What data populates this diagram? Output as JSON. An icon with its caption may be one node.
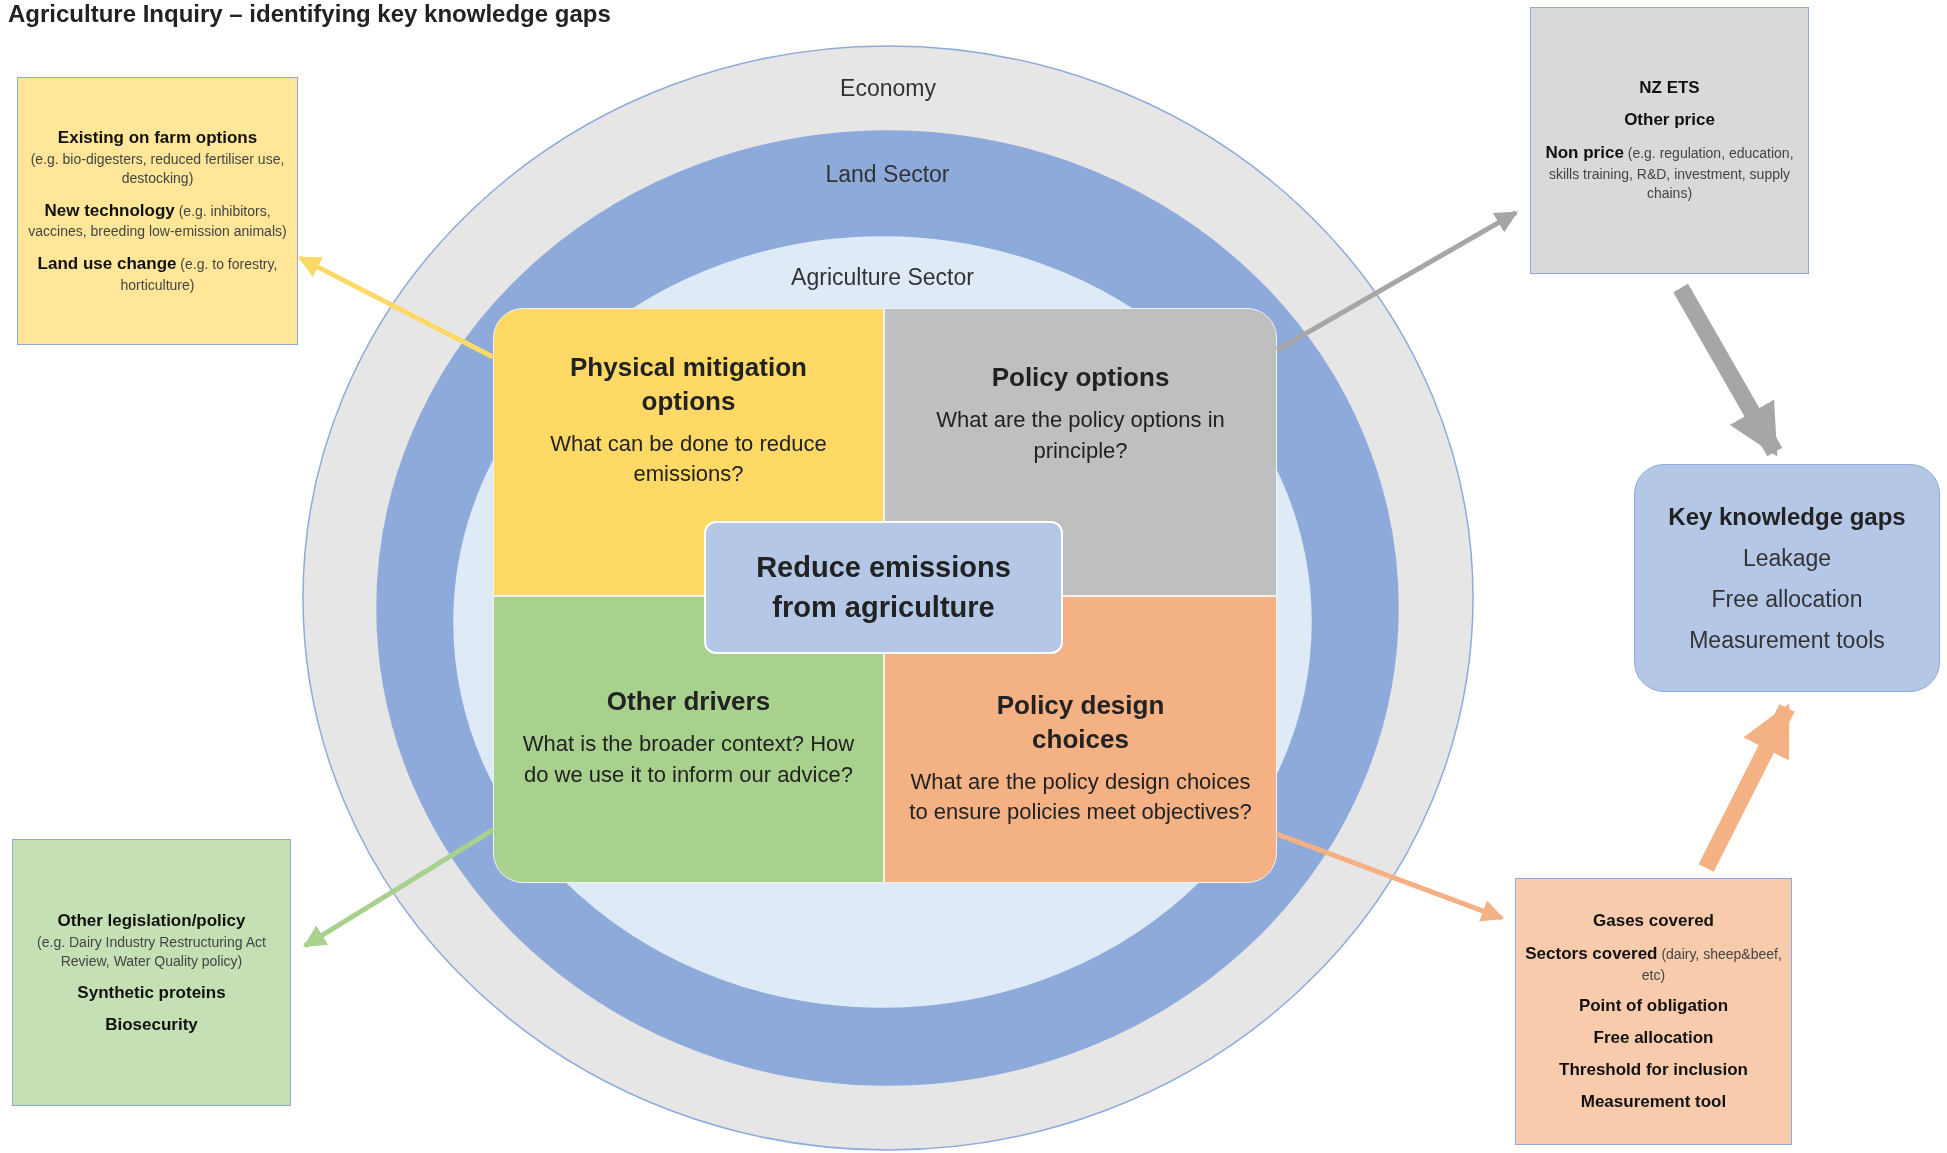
{
  "diagram": {
    "title": "Agriculture Inquiry – identifying key knowledge gaps",
    "nodes": [
      {
        "text": [
          "Economy"
        ]
      },
      {
        "text": [
          "Land Sector"
        ],
        "in": 0
      },
      {
        "text": [
          "Agriculture Sector"
        ],
        "in": 1
      },
      {
        "text": [
          "Physical mitigation options",
          "What can be done to reduce emissions?"
        ],
        "in": 2
      },
      {
        "text": [
          "Policy options",
          "What are the policy options in principle?"
        ],
        "in": 2
      },
      {
        "text": [
          "Other drivers",
          "What is the broader context? How do we use it to inform our advice?"
        ],
        "in": 2
      },
      {
        "text": [
          "Policy design choices",
          "What are the policy design choices to ensure policies meet objectives?"
        ],
        "in": 2
      },
      {
        "text": [
          "Reduce emissions from agriculture"
        ],
        "in": 2
      },
      {
        "text": [
          "**Existing on farm options** (e.g. bio-digesters, reduced fertiliser use, destocking)",
          "**New technology** (e.g. inhibitors, vaccines, breeding low-emission animals)",
          "**Land use change** (e.g. to forestry, horticulture)"
        ]
      },
      {
        "text": [
          "NZ ETS",
          "Other price",
          "**Non price** (e.g. regulation, education, skills training, R&D, investment, supply chains)"
        ]
      },
      {
        "text": [
          "Key knowledge gaps",
          "Leakage",
          "Free allocation",
          "Measurement tools"
        ]
      },
      {
        "text": [
          "**Other legislation/policy** (e.g. Dairy Industry Restructuring Act Review, Water Quality policy)",
          "Synthetic proteins",
          "Biosecurity"
        ]
      },
      {
        "text": [
          "Gases covered",
          "**Sectors covered** (dairy, sheep&beef, etc)",
          "Point of obligation",
          "Free allocation",
          "Threshold for inclusion",
          "Measurement tool"
        ]
      }
    ],
    "edges": [
      {
        "from": 3,
        "to": 8,
        "arrow": "to",
        "color": "#ffd966"
      },
      {
        "from": 4,
        "to": 9,
        "arrow": "to",
        "color": "#a6a6a6"
      },
      {
        "from": 5,
        "to": 11,
        "arrow": "to",
        "color": "#a9d18e"
      },
      {
        "from": 6,
        "to": 12,
        "arrow": "to",
        "color": "#f4b183"
      },
      {
        "from": 9,
        "to": 10,
        "arrow": "to",
        "style": "thick",
        "color": "#a6a6a6"
      },
      {
        "from": 12,
        "to": 10,
        "arrow": "to",
        "style": "thick",
        "color": "#f4b183"
      }
    ]
  }
}
